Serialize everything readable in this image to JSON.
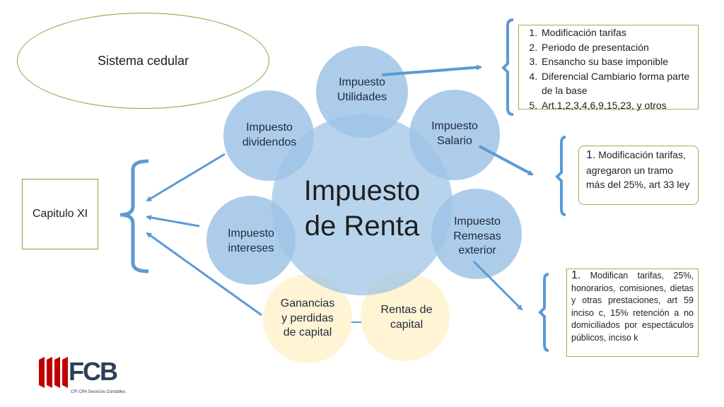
{
  "diagram": {
    "center": "Impuesto\nde Renta",
    "nodes": [
      {
        "id": "utilidades",
        "label": "Impuesto\nUtilidades"
      },
      {
        "id": "salario",
        "label": "Impuesto\nSalario"
      },
      {
        "id": "remesas",
        "label": "Impuesto\nRemesas\nexterior"
      },
      {
        "id": "rentas-capital",
        "label": "Rentas de\ncapital"
      },
      {
        "id": "ganancias",
        "label": "Ganancias\ny perdidas\nde capital"
      },
      {
        "id": "intereses",
        "label": "Impuesto\nintereses"
      },
      {
        "id": "dividendos",
        "label": "Impuesto\ndividendos"
      }
    ]
  },
  "oval_label": "Sistema cedular",
  "capitulo_label": "Capitulo XI",
  "box_utilidades": {
    "items": [
      "Modificación tarifas",
      "Periodo de presentación",
      "Ensancho su base imponible",
      "Diferencial Cambiario forma parte de la base",
      "Art.1,2,3,4,6,9,15,23, y otros"
    ]
  },
  "box_salario": {
    "number": "1.",
    "text": " Modificación tarifas, agregaron un tramo más del 25%, art 33 ley"
  },
  "box_remesas": {
    "number": "1.",
    "text": " Modifican tarifas, 25%, honorarios, comisiones, dietas y otras prestaciones, art 59 inciso c, 15% retención a no domiciliados por espectáculos públicos, inciso k"
  },
  "logo": {
    "text": "FCB",
    "subtitle": "CFI CPA Servicios Contables"
  },
  "colors": {
    "blue_circle": "#9dc3e6",
    "yellow_circle": "#fff2cc",
    "arrow": "#5b9bd5",
    "green_border": "#7aa63c",
    "logo_red": "#c00000",
    "logo_navy": "#2d3e58"
  }
}
